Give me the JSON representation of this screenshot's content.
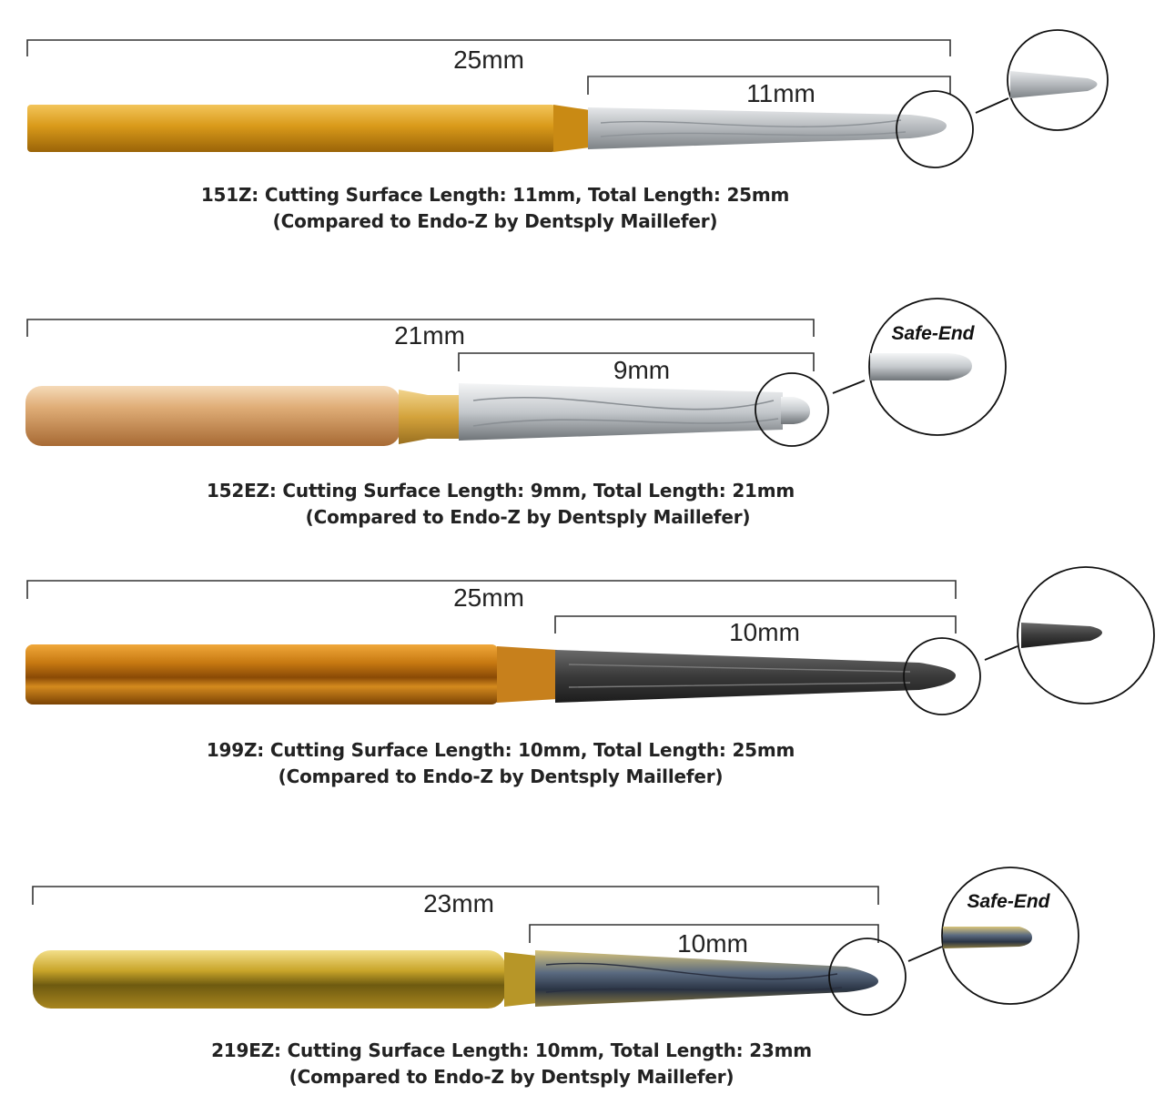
{
  "burs": [
    {
      "model": "151Z:",
      "total_length": "25mm",
      "cutting_length": "11mm",
      "line1": "Cutting Surface Length: 11mm, Total Length: 25mm",
      "line2": "(Compared to Endo-Z by Dentsply Maillefer)",
      "tip_label": "",
      "shank_color": "#d99a1a",
      "cutting_color": "#b8bcc0"
    },
    {
      "model": "152EZ:",
      "total_length": "21mm",
      "cutting_length": "9mm",
      "line1": "Cutting Surface Length: 9mm, Total Length: 21mm",
      "line2": "(Compared to Endo-Z by Dentsply Maillefer)",
      "tip_label": "Safe-End",
      "shank_color": "#d9a46a",
      "cutting_color": "#c9cdd2"
    },
    {
      "model": "199Z:",
      "total_length": "25mm",
      "cutting_length": "10mm",
      "line1": "Cutting Surface Length: 10mm, Total Length: 25mm",
      "line2": "(Compared to Endo-Z by Dentsply Maillefer)",
      "tip_label": "",
      "shank_color": "#c87a12",
      "cutting_color": "#3c3c3c"
    },
    {
      "model": "219EZ:",
      "total_length": "23mm",
      "cutting_length": "10mm",
      "line1": "Cutting Surface Length: 10mm, Total Length: 23mm",
      "line2": "(Compared to Endo-Z by Dentsply Maillefer)",
      "tip_label": "Safe-End",
      "shank_color": "#c9a52a",
      "cutting_color": "#5a6a80"
    }
  ]
}
